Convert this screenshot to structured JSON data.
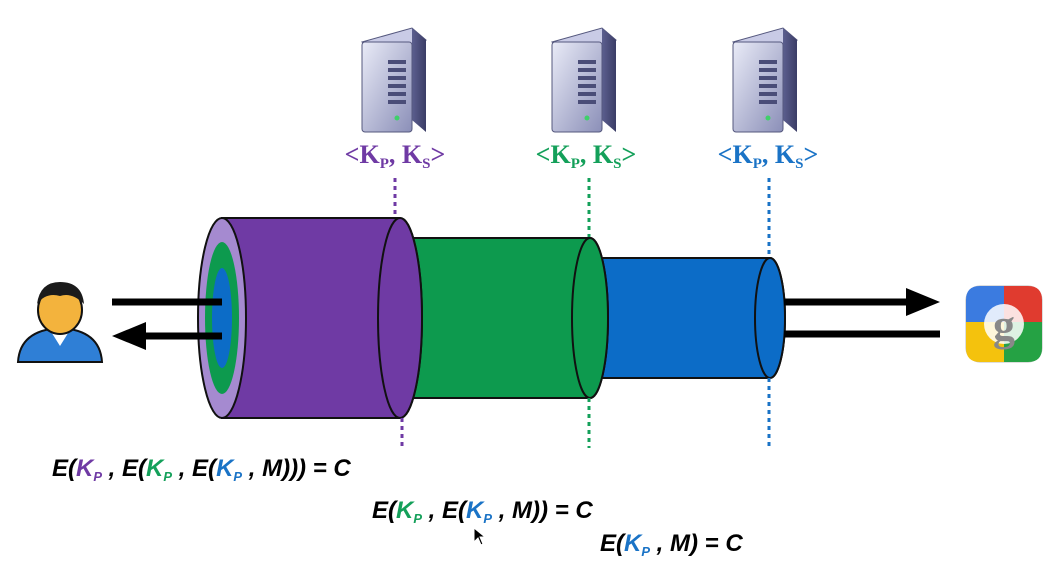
{
  "relays": [
    {
      "key_letter": "K",
      "pub_sub": "P",
      "sep": ", ",
      "sec_letter": "K",
      "sec_sub": "S",
      "open": "<",
      "close": ">",
      "color": "#6f3aa4"
    },
    {
      "key_letter": "K",
      "pub_sub": "P",
      "sep": ", ",
      "sec_letter": "K",
      "sec_sub": "S",
      "open": "<",
      "close": ">",
      "color": "#14a05a"
    },
    {
      "key_letter": "K",
      "pub_sub": "P",
      "sep": ", ",
      "sec_letter": "K",
      "sec_sub": "S",
      "open": "<",
      "close": ">",
      "color": "#1a73c6"
    }
  ],
  "layers": {
    "purple": "#6f3aa4",
    "green": "#0d9a4e",
    "blue": "#0c6cc7"
  },
  "icons": {
    "user": "user-icon",
    "server": "server-icon",
    "destination": "google-logo-icon"
  },
  "formulas": {
    "outer": {
      "p1": "E(",
      "k1": "K",
      "s1": "P",
      "p2": " , E(",
      "k2": "K",
      "s2": "P",
      "p3": " , E(",
      "k3": "K",
      "s3": "P",
      "p4": " , M))) = C"
    },
    "middle": {
      "p1": "E(",
      "k1": "K",
      "s1": "P",
      "p2": " , E(",
      "k2": "K",
      "s2": "P",
      "p3": " , M)) = C"
    },
    "inner": {
      "p1": "E(",
      "k1": "K",
      "s1": "P",
      "p2": " , M) = C"
    }
  }
}
